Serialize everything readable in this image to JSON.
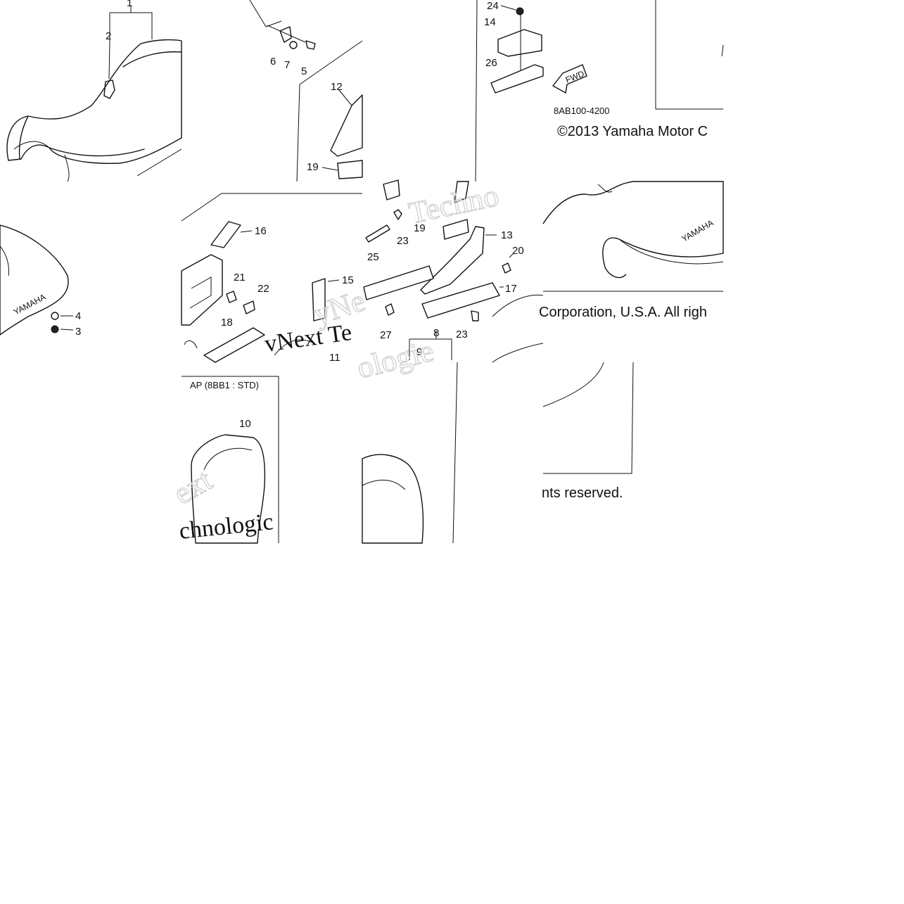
{
  "callouts": {
    "c1": "1",
    "c2": "2",
    "c3": "3",
    "c4": "4",
    "c5": "5",
    "c6": "6",
    "c7": "7",
    "c8": "8",
    "c9": "9",
    "c10": "10",
    "c11": "11",
    "c12": "12",
    "c13": "13",
    "c14": "14",
    "c15": "15",
    "c16": "16",
    "c17": "17",
    "c18": "18",
    "c19a": "19",
    "c19b": "19",
    "c20": "20",
    "c21": "21",
    "c22": "22",
    "c23a": "23",
    "c23b": "23",
    "c24": "24",
    "c25": "25",
    "c26": "26",
    "c27": "27"
  },
  "labels": {
    "diagram_code": "8AB100-4200",
    "fwd": "FWD",
    "model_note": "AP (8BB1 : STD)",
    "brand_a": "YAMAHA",
    "brand_b": "YAMAHA",
    "copyright_1": "©2013 Yamaha Motor C",
    "copyright_2": "Corporation, U.S.A. All righ",
    "copyright_3": "nts reserved."
  },
  "watermark": {
    "w1": "Techno",
    "w2": "vNext Te",
    "w3": "yNe",
    "w4": "ologie",
    "w5": "ext",
    "w6": "chnologic"
  }
}
